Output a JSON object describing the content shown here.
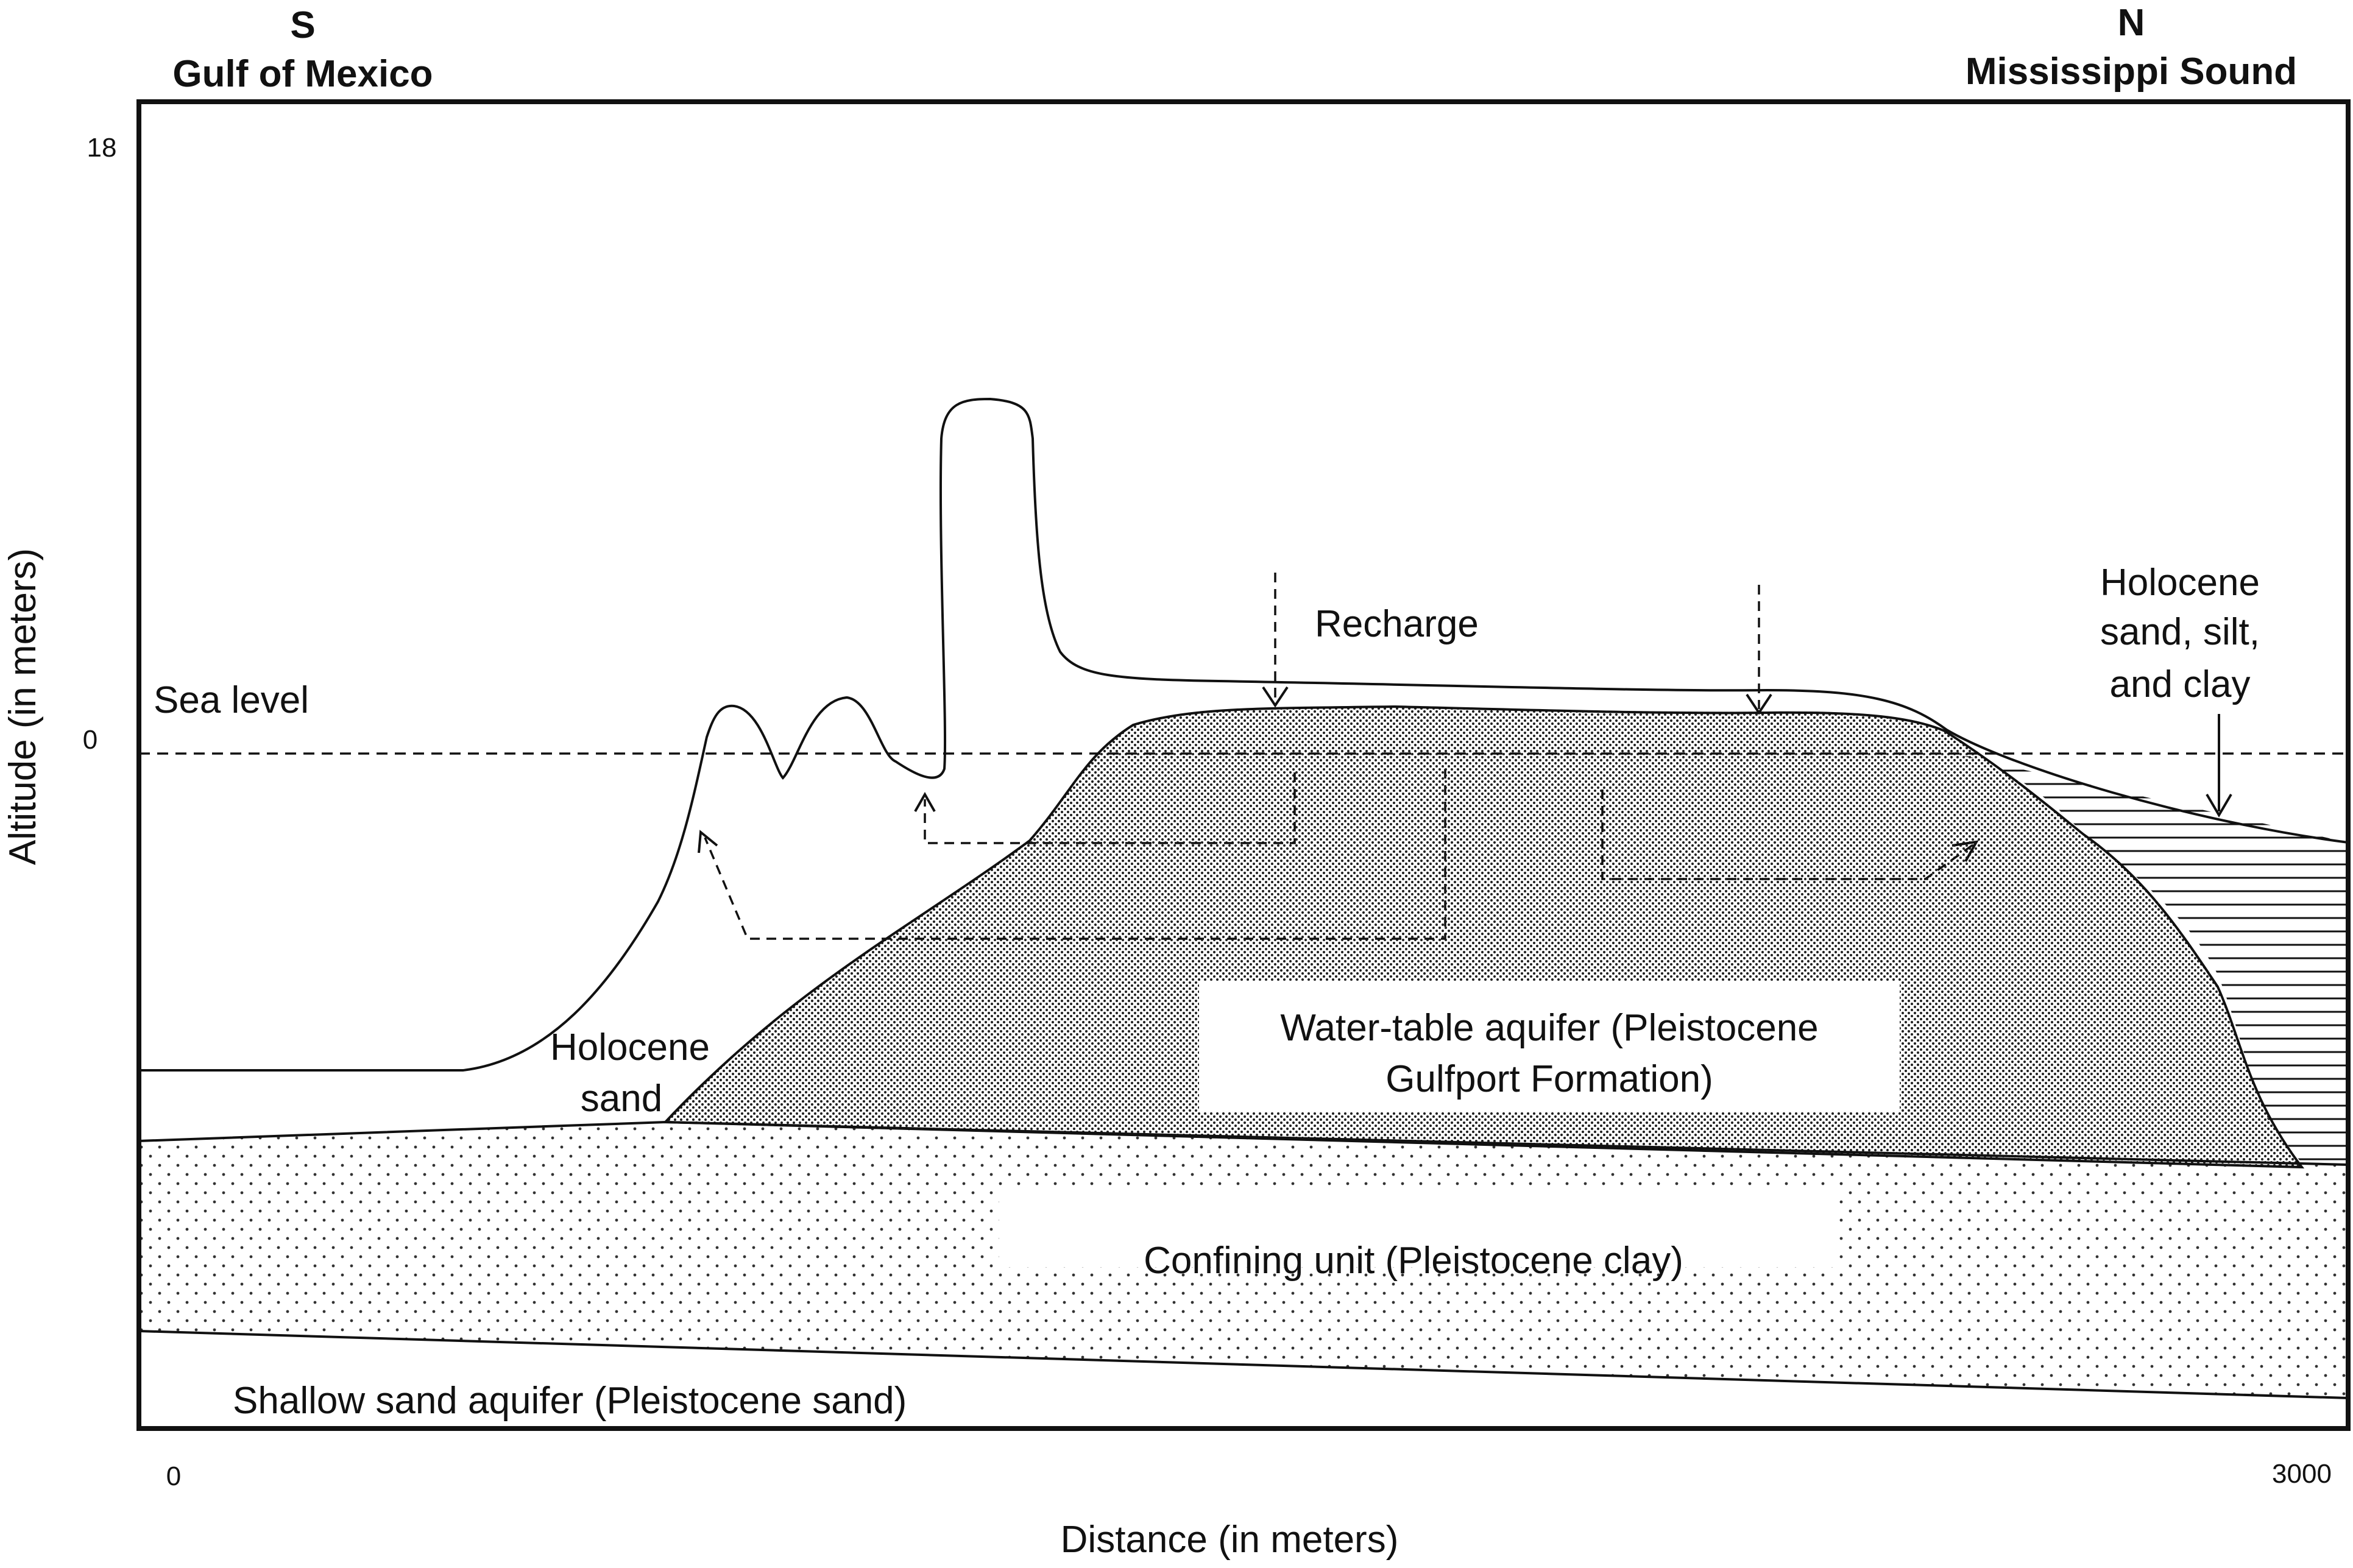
{
  "header": {
    "south_dir": "S",
    "south_place": "Gulf of Mexico",
    "north_dir": "N",
    "north_place": "Mississippi Sound"
  },
  "axes": {
    "ylabel": "Altitude (in meters)",
    "xlabel": "Distance (in meters)",
    "y_ticks": [
      "18",
      "0"
    ],
    "x_ticks": [
      "0",
      "3000"
    ]
  },
  "labels": {
    "sea_level": "Sea level",
    "recharge": "Recharge",
    "holocene_sand_line1": "Holocene",
    "holocene_sand_line2": "sand",
    "holocene_ssc_line1": "Holocene",
    "holocene_ssc_line2": "sand, silt,",
    "holocene_ssc_line3": "and clay",
    "water_table_line1": "Water-table aquifer (Pleistocene",
    "water_table_line2": "Gulfport Formation)",
    "confining_unit": "Confining unit (Pleistocene clay)",
    "shallow_sand": "Shallow sand aquifer (Pleistocene sand)"
  },
  "colors": {
    "line": "#111111",
    "fine_stipple": "#222222",
    "coarse_stipple": "#333333",
    "background": "#ffffff"
  }
}
